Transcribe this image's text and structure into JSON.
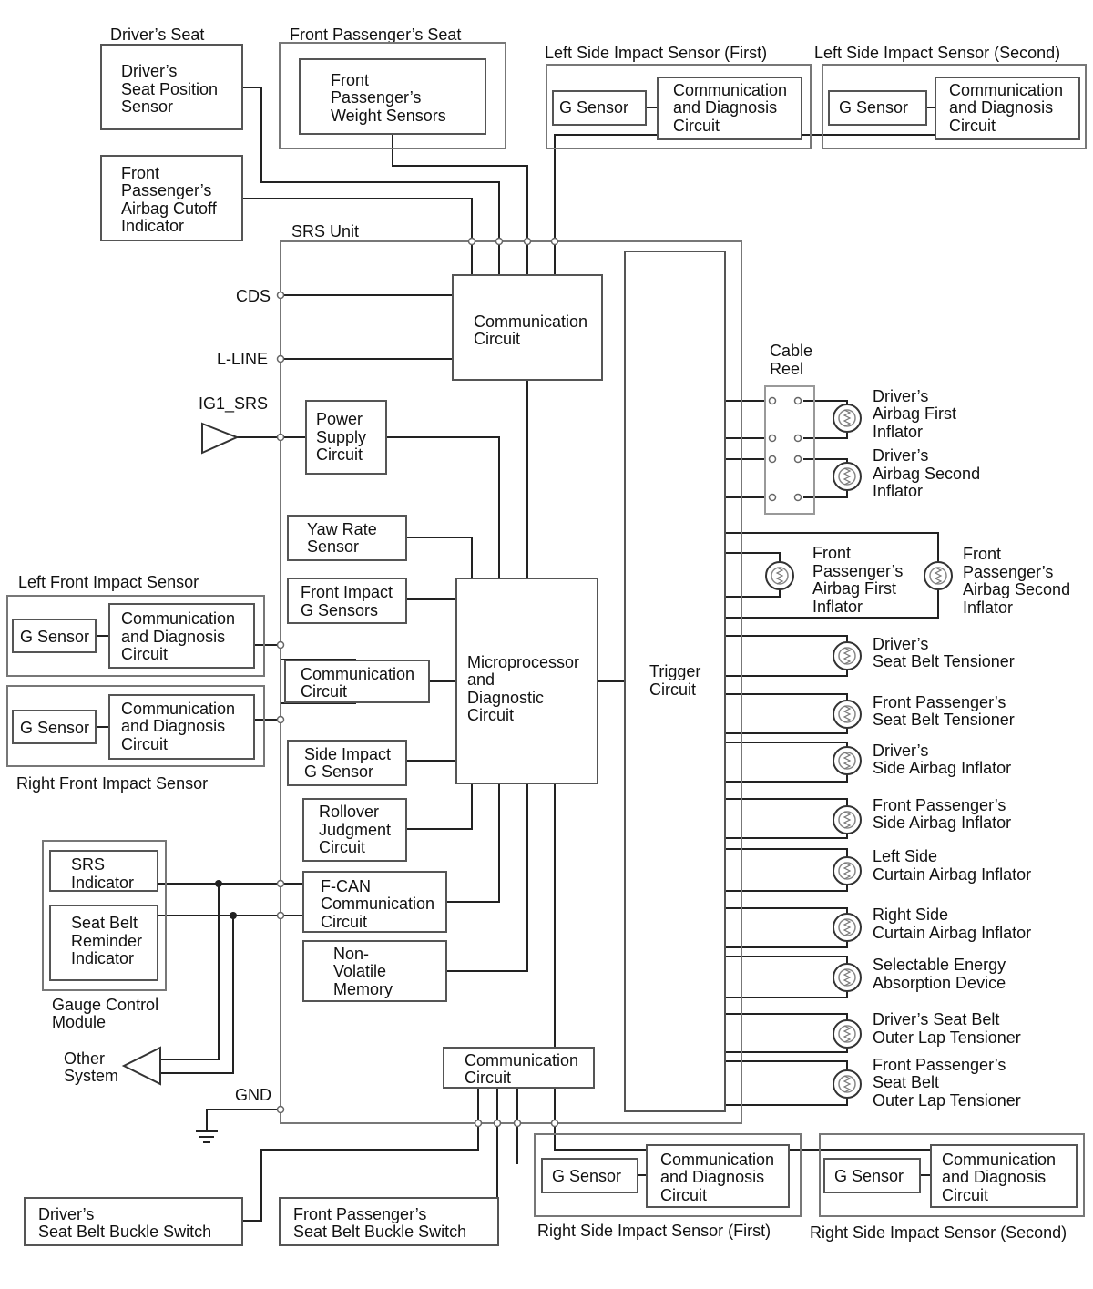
{
  "signals": {
    "cds": "CDS",
    "l_line": "L-LINE",
    "ig1_srs": "IG1_SRS",
    "gnd": "GND"
  },
  "srs_unit": {
    "title": "SRS Unit",
    "communication_top": [
      "Communication",
      "Circuit"
    ],
    "power_supply": [
      "Power",
      "Supply",
      "Circuit"
    ],
    "yaw_rate": [
      "Yaw Rate",
      "Sensor"
    ],
    "front_impact_g": [
      "Front Impact",
      "G Sensors"
    ],
    "communication_mid": [
      "Communication",
      "Circuit"
    ],
    "side_impact_g": [
      "Side Impact",
      "G Sensor"
    ],
    "rollover": [
      "Rollover",
      "Judgment",
      "Circuit"
    ],
    "fcan": [
      "F-CAN",
      "Communication",
      "Circuit"
    ],
    "nvm": [
      "Non-",
      "Volatile",
      "Memory"
    ],
    "microprocessor": [
      "Microprocessor",
      "and",
      "Diagnostic",
      "Circuit"
    ],
    "trigger": [
      "Trigger",
      "Circuit"
    ],
    "communication_bottom": [
      "Communication",
      "Circuit"
    ]
  },
  "top_sensors": {
    "drivers_seat": {
      "title": "Driver’s Seat",
      "sensor": [
        "Driver’s",
        "Seat Position",
        "Sensor"
      ]
    },
    "front_passenger_seat": {
      "title": "Front Passenger’s Seat",
      "sensor": [
        "Front",
        "Passenger’s",
        "Weight Sensors"
      ]
    },
    "cutoff_indicator": [
      "Front",
      "Passenger’s",
      "Airbag Cutoff",
      "Indicator"
    ],
    "left_side_first": {
      "title": "Left Side Impact Sensor (First)",
      "g_sensor": "G Sensor",
      "comm": [
        "Communication",
        "and Diagnosis",
        "Circuit"
      ]
    },
    "left_side_second": {
      "title": "Left Side Impact Sensor (Second)",
      "g_sensor": "G Sensor",
      "comm": [
        "Communication",
        "and Diagnosis",
        "Circuit"
      ]
    }
  },
  "front_impact": {
    "left": {
      "title": "Left Front Impact Sensor",
      "g_sensor": "G Sensor",
      "comm": [
        "Communication",
        "and Diagnosis",
        "Circuit"
      ]
    },
    "right": {
      "title": "Right Front Impact Sensor",
      "g_sensor": "G Sensor",
      "comm": [
        "Communication",
        "and Diagnosis",
        "Circuit"
      ]
    }
  },
  "gauge": {
    "title": [
      "Gauge Control",
      "Module"
    ],
    "srs_indicator": [
      "SRS",
      "Indicator"
    ],
    "seat_belt_reminder": [
      "Seat Belt",
      "Reminder",
      "Indicator"
    ],
    "other_system": [
      "Other",
      "System"
    ]
  },
  "buckle_switches": {
    "driver": [
      "Driver’s",
      "Seat Belt Buckle Switch"
    ],
    "passenger": [
      "Front Passenger’s",
      "Seat Belt Buckle Switch"
    ]
  },
  "bottom_sensors": {
    "right_side_first": {
      "title": "Right Side Impact Sensor (First)",
      "g_sensor": "G Sensor",
      "comm": [
        "Communication",
        "and Diagnosis",
        "Circuit"
      ]
    },
    "right_side_second": {
      "title": "Right Side Impact Sensor (Second)",
      "g_sensor": "G Sensor",
      "comm": [
        "Communication",
        "and Diagnosis",
        "Circuit"
      ]
    }
  },
  "cable_reel": [
    "Cable",
    "Reel"
  ],
  "inflators": {
    "driver_first": [
      "Driver’s",
      "Airbag First",
      "Inflator"
    ],
    "driver_second": [
      "Driver’s",
      "Airbag Second",
      "Inflator"
    ],
    "passenger_first": [
      "Front",
      "Passenger’s",
      "Airbag First",
      "Inflator"
    ],
    "passenger_second": [
      "Front",
      "Passenger’s",
      "Airbag Second",
      "Inflator"
    ],
    "driver_tensioner": [
      "Driver’s",
      "Seat Belt Tensioner"
    ],
    "passenger_tensioner": [
      "Front Passenger’s",
      "Seat Belt Tensioner"
    ],
    "driver_side_airbag": [
      "Driver’s",
      "Side Airbag Inflator"
    ],
    "passenger_side_airbag": [
      "Front Passenger’s",
      "Side Airbag Inflator"
    ],
    "left_curtain": [
      "Left Side",
      "Curtain Airbag Inflator"
    ],
    "right_curtain": [
      "Right Side",
      "Curtain Airbag Inflator"
    ],
    "energy_absorption": [
      "Selectable Energy",
      "Absorption Device"
    ],
    "driver_outer_lap": [
      "Driver’s Seat Belt",
      "Outer Lap Tensioner"
    ],
    "passenger_outer_lap": [
      "Front Passenger’s",
      "Seat Belt",
      "Outer Lap Tensioner"
    ]
  }
}
